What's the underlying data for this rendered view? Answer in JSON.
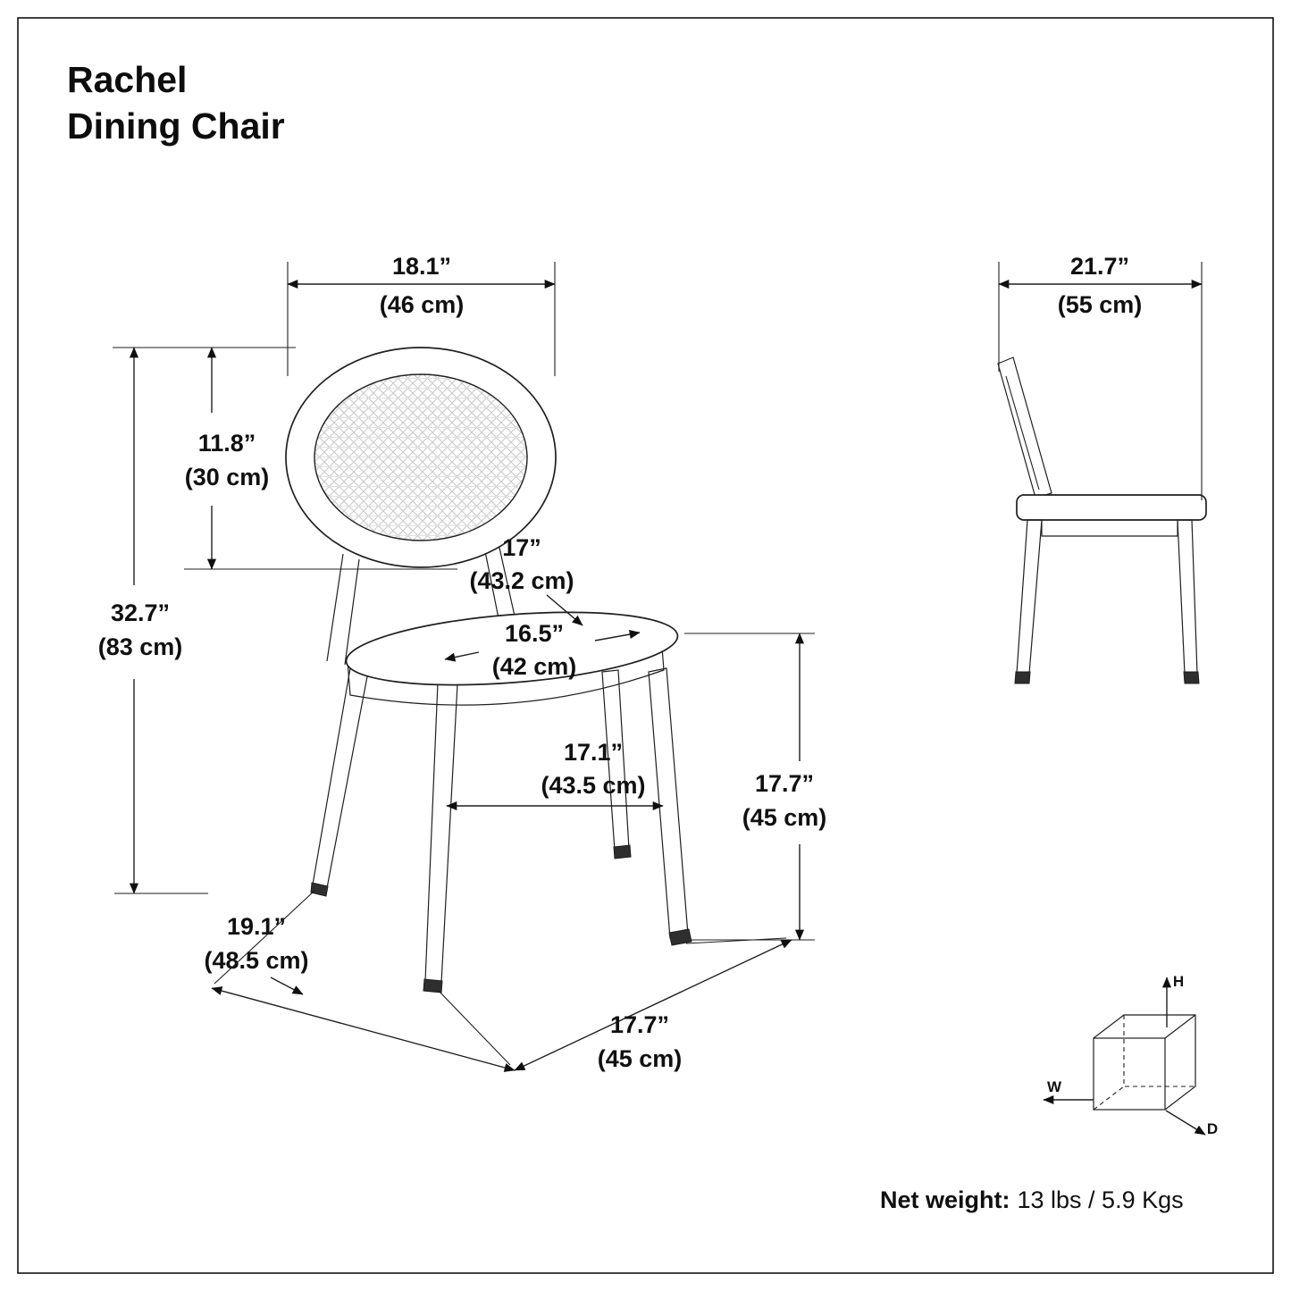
{
  "page": {
    "title_line1": "Rachel",
    "title_line2": "Dining Chair",
    "net_weight_label": "Net weight:",
    "net_weight_value": "13 lbs / 5.9 Kgs"
  },
  "dimensions": {
    "back_width": {
      "value": "18.1”",
      "metric": "(46 cm)"
    },
    "back_height": {
      "value": "11.8”",
      "metric": "(30 cm)"
    },
    "overall_height": {
      "value": "32.7”",
      "metric": "(83 cm)"
    },
    "seat_depth": {
      "value": "17”",
      "metric": "(43.2 cm)"
    },
    "seat_width": {
      "value": "16.5”",
      "metric": "(42 cm)"
    },
    "front_leg_span": {
      "value": "17.1”",
      "metric": "(43.5 cm)"
    },
    "seat_height": {
      "value": "17.7”",
      "metric": "(45 cm)"
    },
    "overall_depth": {
      "value": "19.1”",
      "metric": "(48.5 cm)"
    },
    "overall_width": {
      "value": "17.7”",
      "metric": "(45 cm)"
    },
    "side_depth": {
      "value": "21.7”",
      "metric": "(55 cm)"
    }
  },
  "axis_labels": {
    "height": "H",
    "width": "W",
    "depth": "D"
  }
}
